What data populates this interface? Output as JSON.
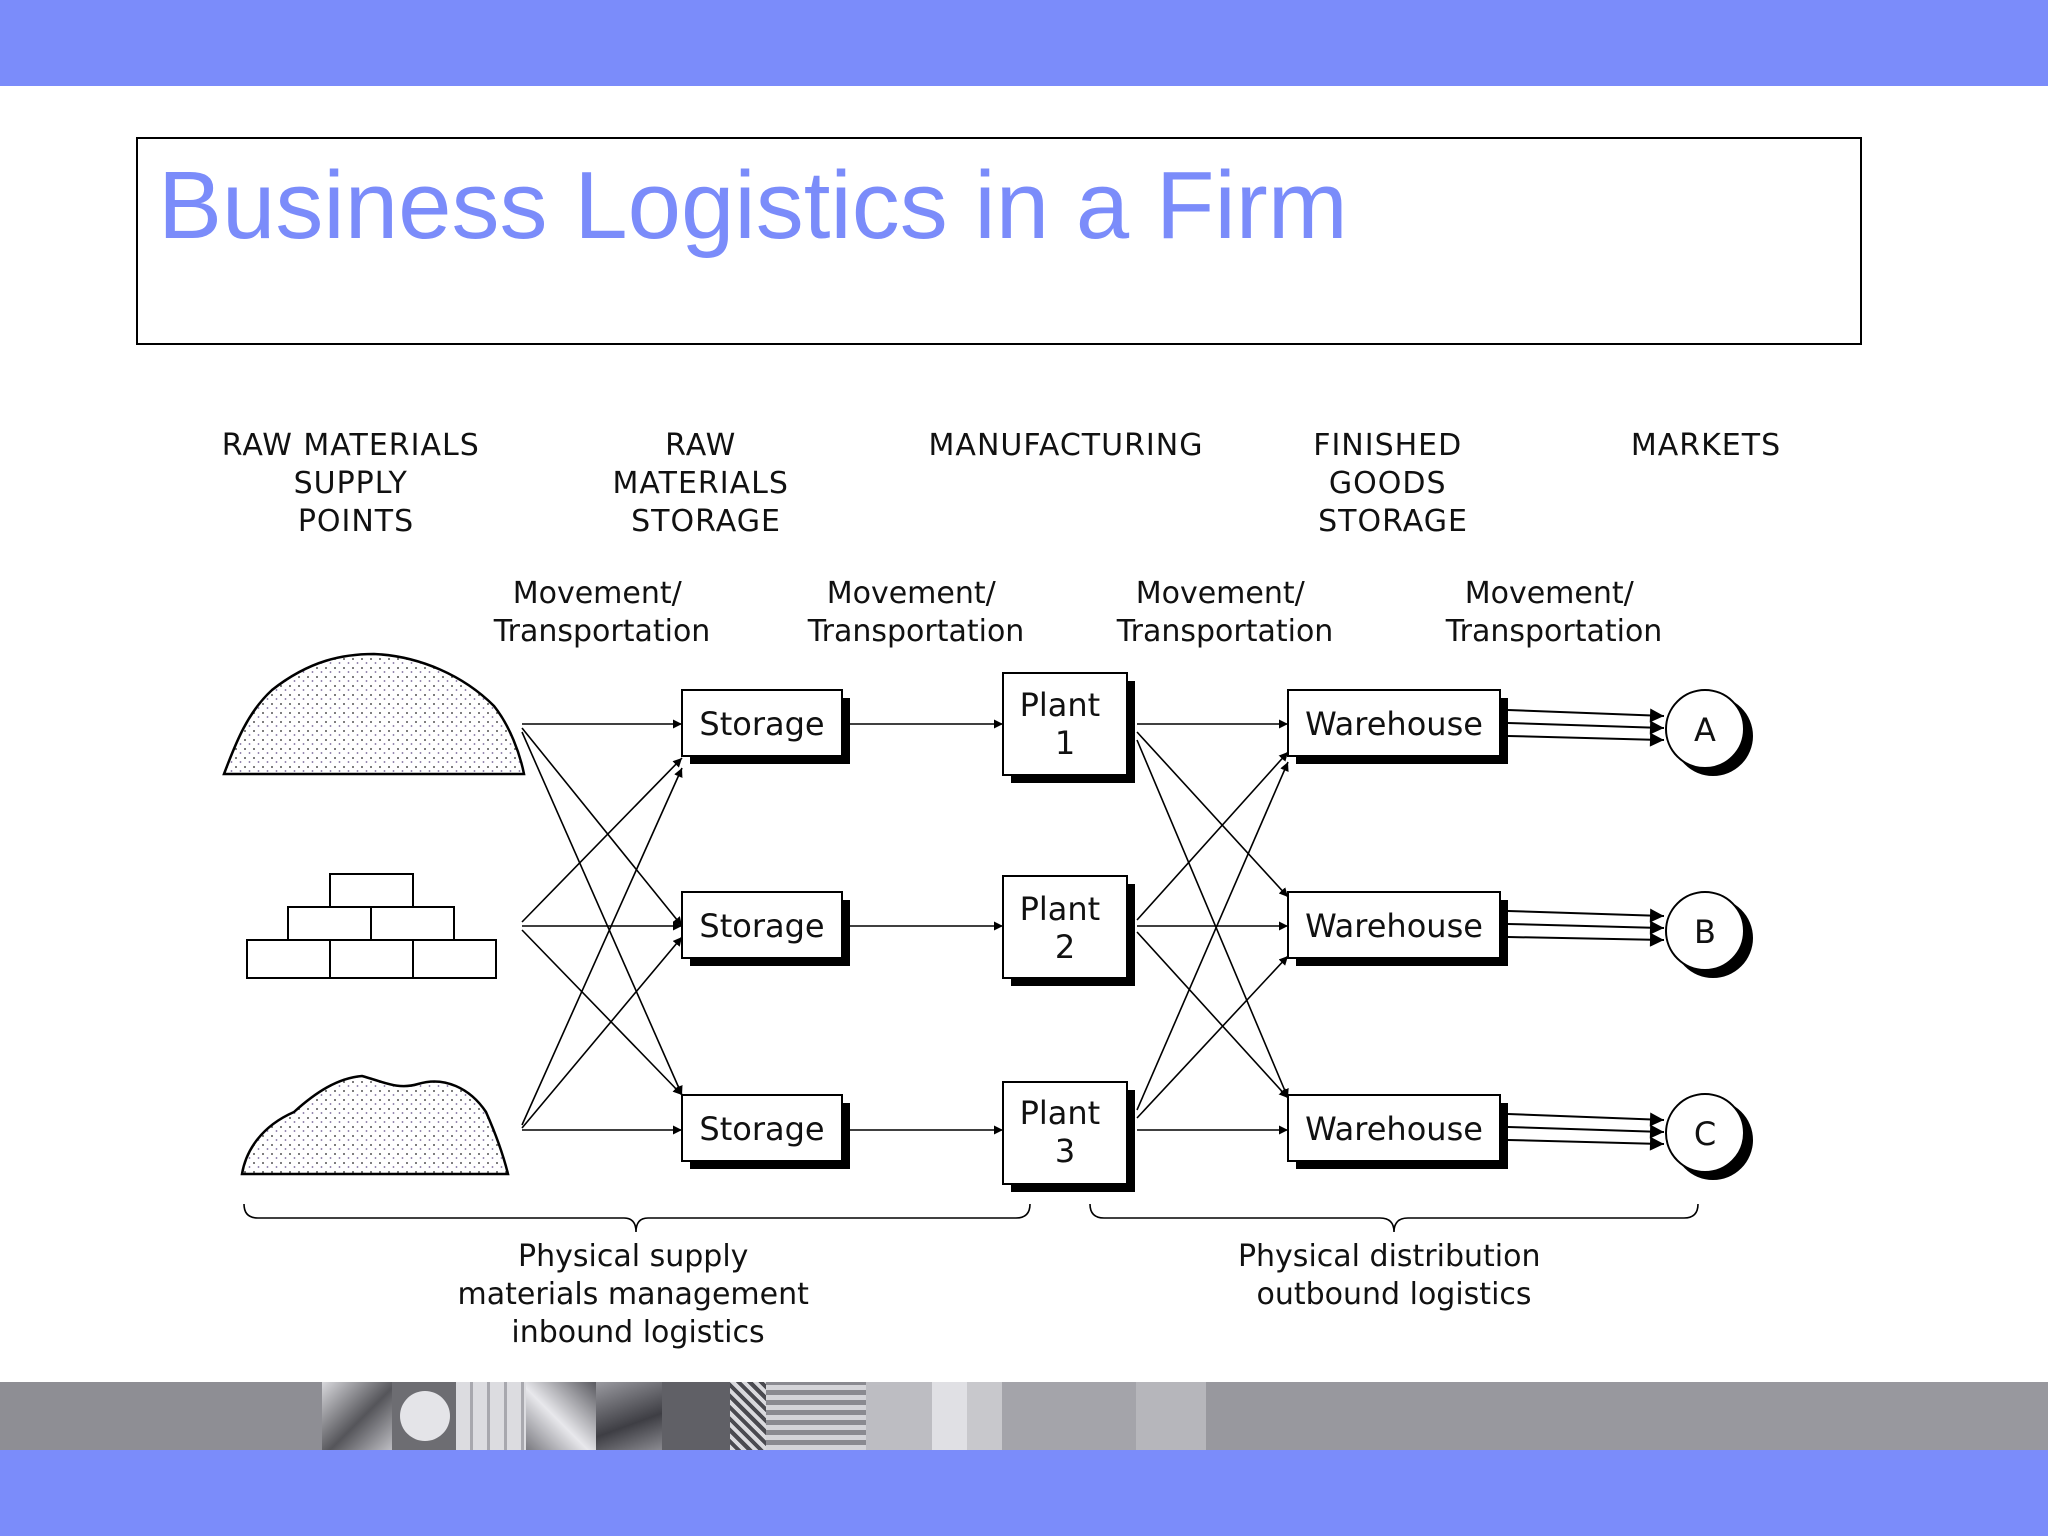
{
  "slide": {
    "title": "Business Logistics in a Firm",
    "accent_color": "#7b8cfa"
  },
  "diagram": {
    "column_headers": [
      [
        "RAW MATERIALS",
        "SUPPLY",
        "POINTS"
      ],
      [
        "RAW",
        "MATERIALS",
        "STORAGE"
      ],
      [
        "MANUFACTURING"
      ],
      [
        "FINISHED",
        "GOODS",
        "STORAGE"
      ],
      [
        "MARKETS"
      ]
    ],
    "movement_labels": [
      [
        "Movement/",
        "Transportation"
      ],
      [
        "Movement/",
        "Transportation"
      ],
      [
        "Movement/",
        "Transportation"
      ],
      [
        "Movement/",
        "Transportation"
      ]
    ],
    "supply_points": [
      "pile-icon",
      "bricks-icon",
      "pile-icon"
    ],
    "storage": [
      "Storage",
      "Storage",
      "Storage"
    ],
    "plants": [
      [
        "Plant",
        "1"
      ],
      [
        "Plant",
        "2"
      ],
      [
        "Plant",
        "3"
      ]
    ],
    "warehouses": [
      "Warehouse",
      "Warehouse",
      "Warehouse"
    ],
    "markets": [
      "A",
      "B",
      "C"
    ],
    "brace_labels": [
      [
        "Physical supply",
        "materials management",
        "inbound logistics"
      ],
      [
        "Physical distribution",
        "outbound logistics"
      ]
    ]
  }
}
